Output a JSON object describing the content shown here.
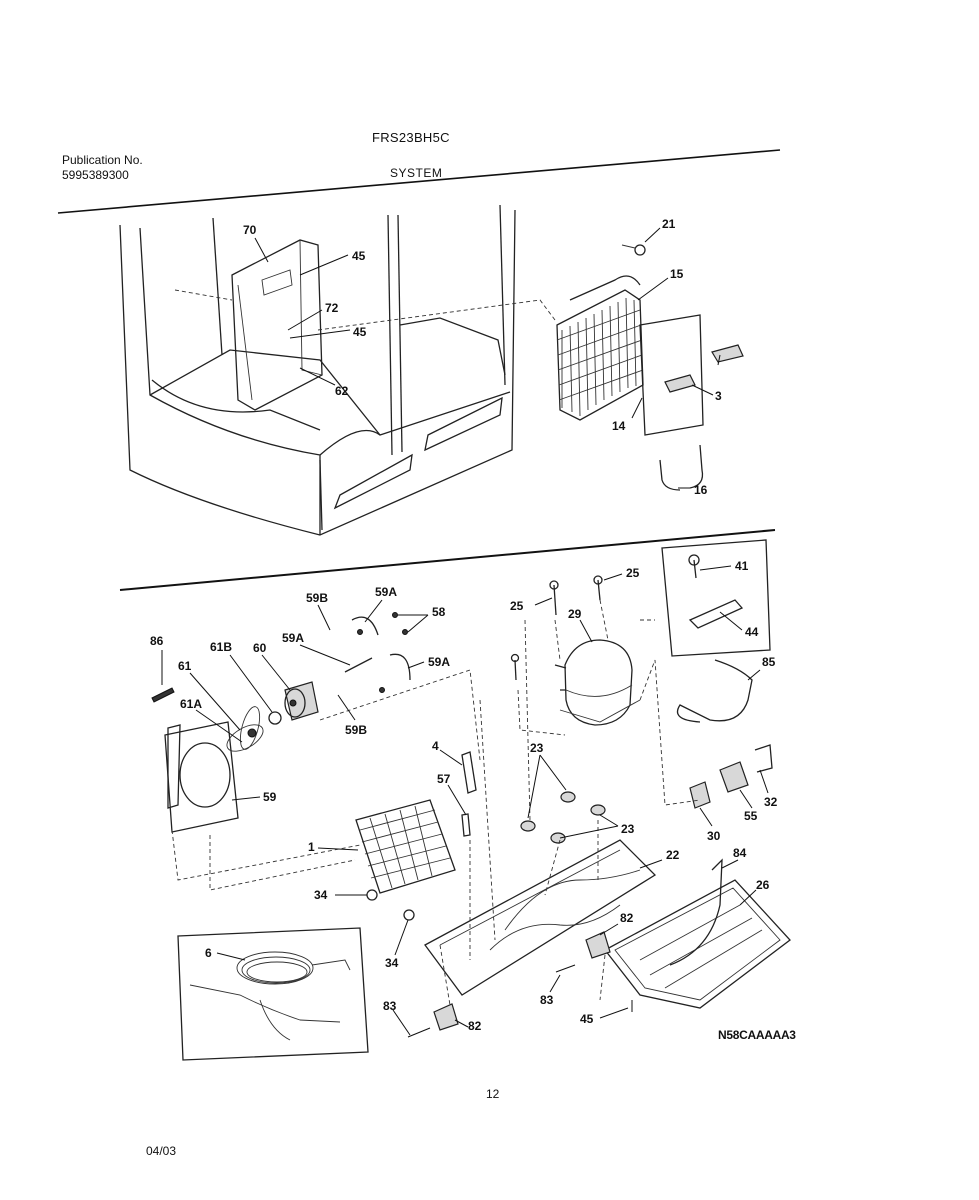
{
  "header": {
    "model": "FRS23BH5C",
    "publication_label": "Publication No.",
    "publication_number": "5995389300",
    "section": "SYSTEM"
  },
  "footer": {
    "page_number": "12",
    "date": "04/03",
    "diagram_id": "N58CAAAAA3"
  },
  "callouts": [
    "70",
    "45",
    "72",
    "45",
    "62",
    "21",
    "15",
    "14",
    "3",
    "16",
    "59B",
    "59A",
    "58",
    "25",
    "25",
    "29",
    "41",
    "44",
    "86",
    "61B",
    "60",
    "59A",
    "59A",
    "61",
    "61A",
    "59B",
    "59",
    "4",
    "57",
    "23",
    "23",
    "85",
    "32",
    "55",
    "30",
    "22",
    "84",
    "1",
    "34",
    "34",
    "6",
    "82",
    "26",
    "83",
    "83",
    "82",
    "45"
  ]
}
